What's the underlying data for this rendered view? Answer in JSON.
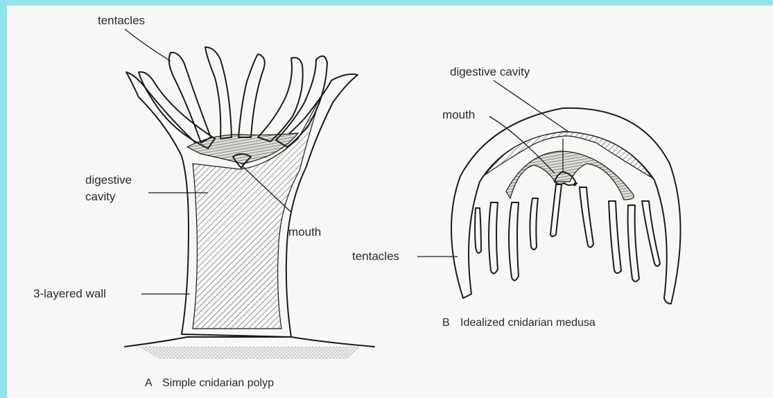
{
  "colors": {
    "frame": "#8fe3ea",
    "paper": "#f7f7f5",
    "ink": "#1b1b1b"
  },
  "polyp": {
    "label_tentacles": "tentacles",
    "label_digestive_line1": "digestive",
    "label_digestive_line2": "cavity",
    "label_mouth": "mouth",
    "label_wall": "3-layered wall",
    "caption_letter": "A",
    "caption_text": "Simple cnidarian polyp"
  },
  "medusa": {
    "label_digestive": "digestive cavity",
    "label_mouth": "mouth",
    "label_tentacles": "tentacles",
    "caption_letter": "B",
    "caption_text": "Idealized cnidarian medusa"
  }
}
